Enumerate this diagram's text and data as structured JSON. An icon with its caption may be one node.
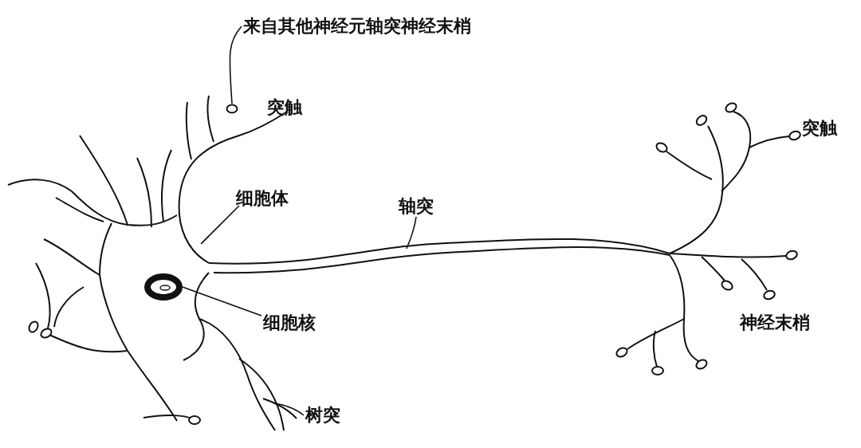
{
  "diagram": {
    "nodes": [
      {
        "text": [
          "来自其他神经元轴突神经末梢"
        ]
      },
      {
        "text": [],
        "shape": "circle"
      },
      {
        "text": [
          "细胞体"
        ]
      },
      {
        "text": [
          "轴突"
        ]
      },
      {
        "text": [
          "细胞核"
        ]
      },
      {
        "text": [],
        "shape": "circle"
      },
      {
        "text": [
          "树突"
        ]
      }
    ],
    "edges": [
      {
        "from": 0,
        "to": 1,
        "arrow": "none"
      },
      {
        "from": 2,
        "to": null,
        "arrow": "none"
      },
      {
        "from": 3,
        "to": null,
        "arrow": "none"
      },
      {
        "from": 4,
        "to": 5,
        "arrow": "none"
      },
      {
        "from": 6,
        "to": null,
        "arrow": "none"
      }
    ],
    "labels": [
      "突触",
      "突触",
      "神经末梢"
    ]
  }
}
